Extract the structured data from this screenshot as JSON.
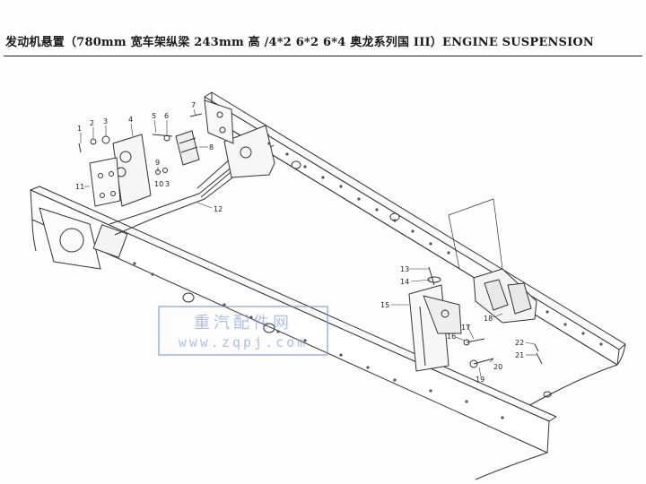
{
  "title": "发动机悬置（780mm 宽车架纵梁 243mm 高 /4*2 6*2 6*4 奥龙系列国 III）ENGINE SUSPENSION",
  "callouts": [
    "1",
    "2",
    "3",
    "4",
    "5",
    "6",
    "7",
    "8",
    "9",
    "10",
    "3",
    "11",
    "12",
    "13",
    "14",
    "15",
    "16",
    "17",
    "18",
    "19",
    "20",
    "21",
    "22"
  ],
  "watermark": {
    "text": "重汽配件网",
    "url": "www.zqpj.com"
  }
}
